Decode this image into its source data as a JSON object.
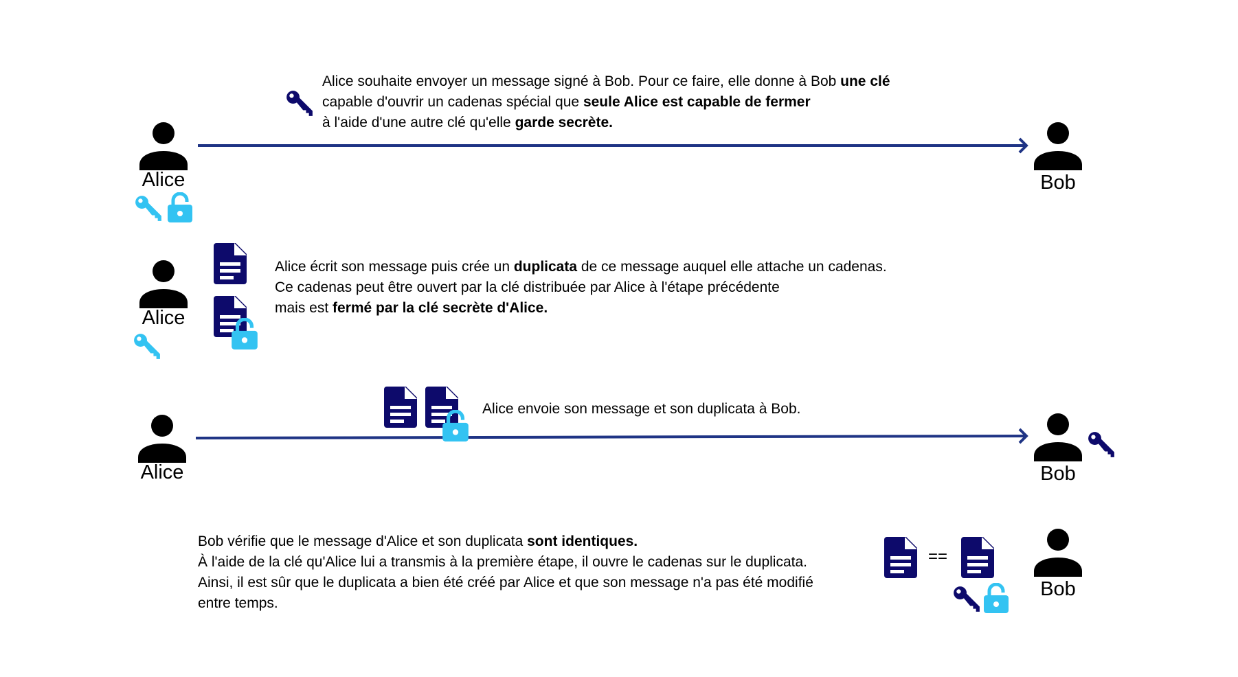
{
  "colors": {
    "navy": "#0d0a6b",
    "cyan": "#33c3f2",
    "arrow": "#1f3485",
    "person": "#000000"
  },
  "icons": {
    "person": "person-icon",
    "key": "key-icon",
    "lock": "padlock-icon",
    "document": "document-icon"
  },
  "steps": [
    {
      "sender": "Alice",
      "receiver": "Bob",
      "lines": [
        {
          "plain": "Alice souhaite envoyer un message signé à Bob. Pour ce faire, elle donne à Bob ",
          "bold": "une clé"
        },
        {
          "plain": "capable d'ouvrir un cadenas spécial que ",
          "bold": "seule Alice est capable de fermer"
        },
        {
          "plain": "à l'aide d'une autre clé qu'elle ",
          "bold": "garde secrète."
        }
      ]
    },
    {
      "sender": "Alice",
      "lines": [
        {
          "plain": "Alice écrit son message puis crée un ",
          "bold": "duplicata",
          "tail": " de ce message auquel elle attache un cadenas."
        },
        {
          "plain": "Ce cadenas peut être ouvert par la clé distribuée par Alice à l'étape précédente"
        },
        {
          "plain": "mais est ",
          "bold": "fermé par la clé secrète d'Alice."
        }
      ]
    },
    {
      "sender": "Alice",
      "receiver": "Bob",
      "lines": [
        {
          "plain": "Alice envoie son message et son duplicata à Bob."
        }
      ]
    },
    {
      "receiver": "Bob",
      "equals": "==",
      "lines": [
        {
          "plain": "Bob vérifie que le message d'Alice et son duplicata ",
          "bold": "sont identiques."
        },
        {
          "plain": "À l'aide de la clé qu'Alice lui a transmis à la première étape, il ouvre le cadenas sur le duplicata."
        },
        {
          "plain": "Ainsi, il est sûr que le duplicata a bien été créé par Alice et que son message n'a pas été modifié"
        },
        {
          "plain": "entre temps."
        }
      ]
    }
  ]
}
